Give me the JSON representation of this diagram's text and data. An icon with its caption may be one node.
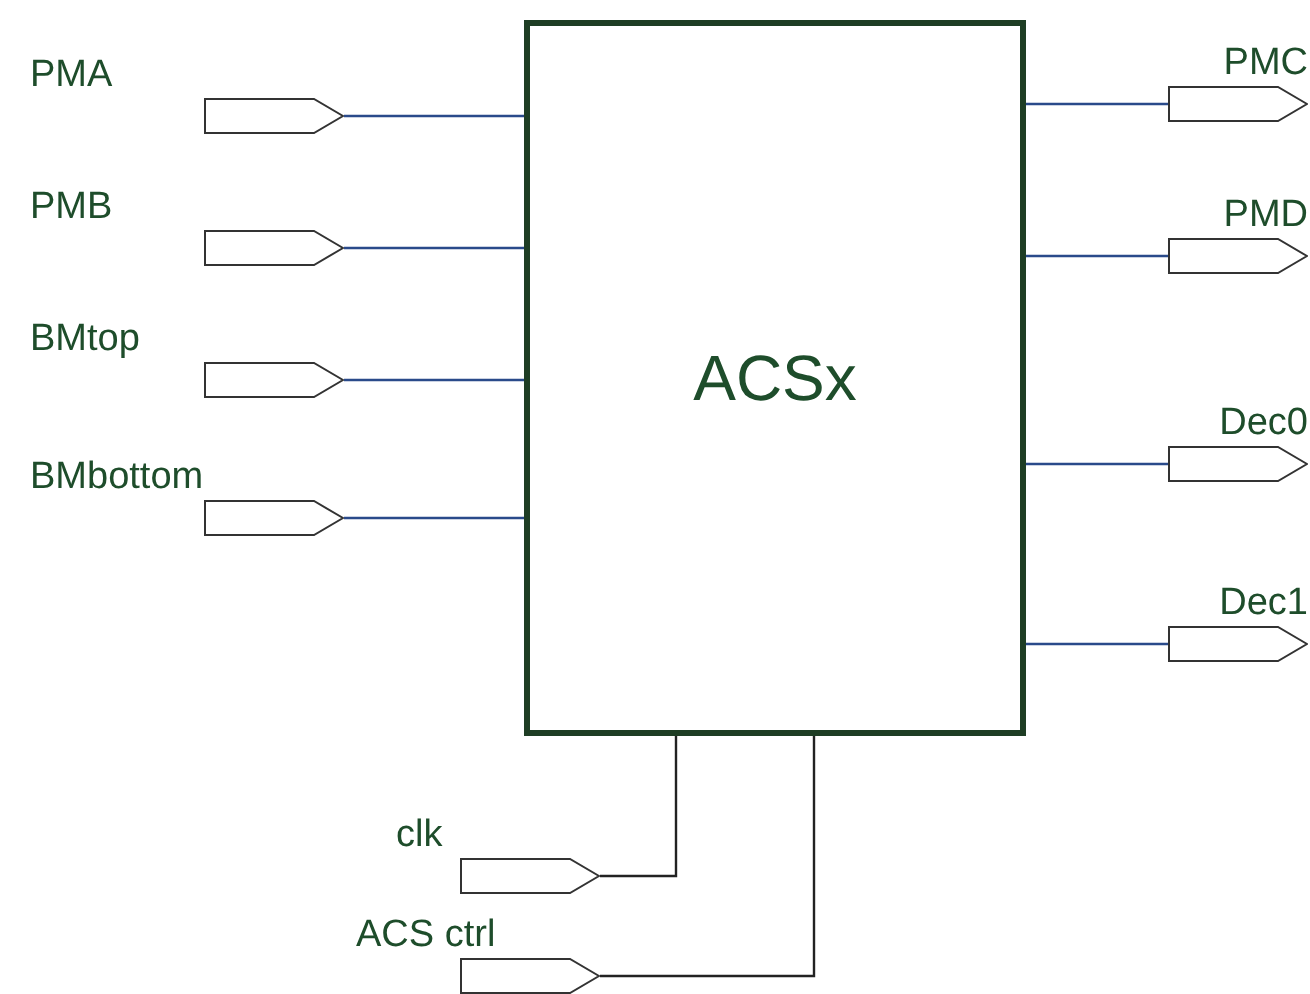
{
  "diagram": {
    "nodes": [
      {
        "text": [
          "ACSx"
        ]
      },
      {
        "text": [
          "PMA"
        ]
      },
      {
        "text": [
          "PMB"
        ]
      },
      {
        "text": [
          "BMtop"
        ]
      },
      {
        "text": [
          "BMbottom"
        ]
      },
      {
        "text": [
          "PMC"
        ]
      },
      {
        "text": [
          "PMD"
        ]
      },
      {
        "text": [
          "Dec0"
        ]
      },
      {
        "text": [
          "Dec1"
        ]
      },
      {
        "text": [
          "clk"
        ]
      },
      {
        "text": [
          "ACS ctrl"
        ]
      }
    ],
    "edges": [
      {
        "from": 1,
        "to": 0,
        "arrow": "none"
      },
      {
        "from": 2,
        "to": 0,
        "arrow": "none"
      },
      {
        "from": 3,
        "to": 0,
        "arrow": "none"
      },
      {
        "from": 4,
        "to": 0,
        "arrow": "none"
      },
      {
        "from": 0,
        "to": 5,
        "arrow": "none"
      },
      {
        "from": 0,
        "to": 6,
        "arrow": "none"
      },
      {
        "from": 0,
        "to": 7,
        "arrow": "none"
      },
      {
        "from": 0,
        "to": 8,
        "arrow": "none"
      },
      {
        "from": 9,
        "to": 0,
        "arrow": "none",
        "color": "#222222"
      },
      {
        "from": 10,
        "to": 0,
        "arrow": "none",
        "color": "#222222"
      }
    ]
  }
}
